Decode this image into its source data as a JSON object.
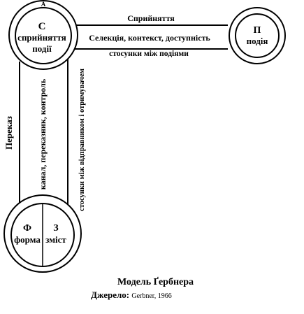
{
  "diagram": {
    "node_top_left": {
      "corner_letter": "A",
      "letter": "С",
      "line1": "сприйняття",
      "line2": "події"
    },
    "node_right": {
      "letter": "П",
      "line1": "подія"
    },
    "node_bottom": {
      "left_letter": "Ф",
      "left_label": "форма",
      "right_letter": "З",
      "right_label": "зміст"
    },
    "horizontal_channel": {
      "label_above": "Сприйняття",
      "label_inside": "Селекція, контекст, доступність",
      "label_below": "стосунки між подіями"
    },
    "vertical_channel": {
      "label_outside_left": "Переказ",
      "label_inside": "канал, переказник, контроль",
      "label_outside_right": "стосунки між відправником і отримувачем"
    }
  },
  "caption": {
    "title": "Модель Ґербнера",
    "source_label": "Джерело:",
    "source_ref": "Gerbner, 1966"
  }
}
